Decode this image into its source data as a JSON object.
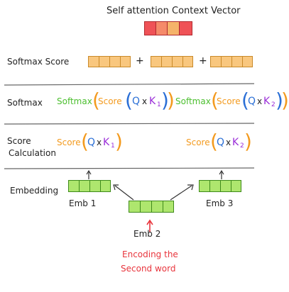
{
  "title": "Self attention Context Vector",
  "context_vector": {
    "colors": [
      "#ef5257",
      "#f58a6a",
      "#f5b36a",
      "#f58a6a",
      "#ef5257"
    ]
  },
  "rows": {
    "softmax_score": {
      "label": "Softmax Score",
      "plus": "+"
    },
    "softmax": {
      "label": "Softmax",
      "expr1": {
        "fn": "Softmax",
        "score": "Score",
        "q": "Q",
        "x": "x",
        "k": "K",
        "sub": "1"
      },
      "expr2": {
        "fn": "Softmax",
        "score": "Score",
        "q": "Q",
        "x": "x",
        "k": "K",
        "sub": "2"
      }
    },
    "score_calc": {
      "label_line1": "Score",
      "label_line2": "Calculation",
      "expr1": {
        "score": "Score",
        "q": "Q",
        "x": "x",
        "k": "K",
        "sub": "1"
      },
      "expr2": {
        "score": "Score",
        "q": "Q",
        "x": "x",
        "k": "K",
        "sub": "2"
      }
    },
    "embedding": {
      "label": "Embedding",
      "emb1": "Emb 1",
      "emb2": "Emb 2",
      "emb3": "Emb 3"
    }
  },
  "caption": {
    "line1": "Encoding the",
    "line2": "Second word"
  },
  "colors": {
    "orange": "#f9c77e",
    "green": "#aee66e",
    "red": "#e8353d",
    "lines": "#666666"
  }
}
